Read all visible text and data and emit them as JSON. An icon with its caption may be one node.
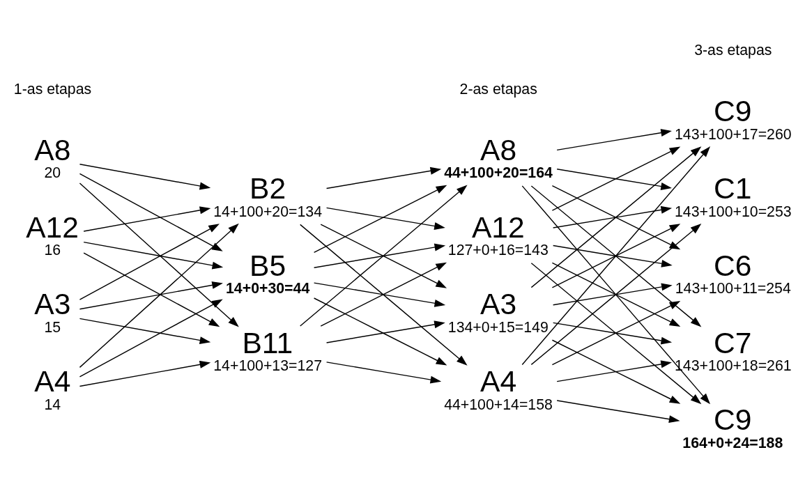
{
  "diagram": {
    "nodes": [
      {
        "text": [
          "A3",
          "15"
        ]
      },
      {
        "text": [
          "A4",
          "14"
        ]
      },
      {
        "text": [
          "A8",
          "20"
        ]
      },
      {
        "text": [
          "A12",
          "16"
        ]
      },
      {
        "text": [
          "B2",
          "14+100+20=134"
        ]
      },
      {
        "text": [
          "B5",
          "14+0+30=44"
        ]
      },
      {
        "text": [
          "B11",
          "14+100+13=127"
        ]
      },
      {
        "text": [
          "A3",
          "134+0+15=149"
        ]
      },
      {
        "text": [
          "A4",
          "44+100+14=158"
        ]
      },
      {
        "text": [
          "A8",
          "44+100+20=164"
        ]
      },
      {
        "text": [
          "A12",
          "127+0+16=143"
        ]
      },
      {
        "text": [
          "C1",
          "143+100+10=253"
        ]
      },
      {
        "text": [
          "C6",
          "143+100+11=254"
        ]
      },
      {
        "text": [
          "C7",
          "143+100+18=261"
        ]
      },
      {
        "text": [
          "C9",
          "164+0+24=188"
        ]
      },
      {
        "text": [
          "C9",
          "143+100+17=260"
        ]
      }
    ],
    "edges": [
      {
        "from": 0,
        "to": 4,
        "arrow": "to"
      },
      {
        "from": 0,
        "to": 5,
        "arrow": "to"
      },
      {
        "from": 0,
        "to": 6,
        "arrow": "to"
      },
      {
        "from": 1,
        "to": 4,
        "arrow": "to"
      },
      {
        "from": 1,
        "to": 5,
        "arrow": "to"
      },
      {
        "from": 1,
        "to": 6,
        "arrow": "to"
      },
      {
        "from": 2,
        "to": 4,
        "arrow": "to"
      },
      {
        "from": 2,
        "to": 5,
        "arrow": "to"
      },
      {
        "from": 2,
        "to": 6,
        "arrow": "to"
      },
      {
        "from": 3,
        "to": 4,
        "arrow": "to"
      },
      {
        "from": 3,
        "to": 5,
        "arrow": "to"
      },
      {
        "from": 3,
        "to": 6,
        "arrow": "to"
      },
      {
        "from": 4,
        "to": 7,
        "arrow": "to"
      },
      {
        "from": 4,
        "to": 8,
        "arrow": "to"
      },
      {
        "from": 4,
        "to": 9,
        "arrow": "to"
      },
      {
        "from": 4,
        "to": 10,
        "arrow": "to"
      },
      {
        "from": 5,
        "to": 7,
        "arrow": "to"
      },
      {
        "from": 5,
        "to": 8,
        "arrow": "to"
      },
      {
        "from": 5,
        "to": 9,
        "arrow": "to"
      },
      {
        "from": 5,
        "to": 10,
        "arrow": "to"
      },
      {
        "from": 6,
        "to": 7,
        "arrow": "to"
      },
      {
        "from": 6,
        "to": 8,
        "arrow": "to"
      },
      {
        "from": 6,
        "to": 9,
        "arrow": "to"
      },
      {
        "from": 6,
        "to": 10,
        "arrow": "to"
      },
      {
        "from": 7,
        "to": 11,
        "arrow": "to"
      },
      {
        "from": 7,
        "to": 12,
        "arrow": "to"
      },
      {
        "from": 7,
        "to": 13,
        "arrow": "to"
      },
      {
        "from": 7,
        "to": 14,
        "arrow": "to"
      },
      {
        "from": 7,
        "to": 15,
        "arrow": "to"
      },
      {
        "from": 8,
        "to": 11,
        "arrow": "to"
      },
      {
        "from": 8,
        "to": 12,
        "arrow": "to"
      },
      {
        "from": 8,
        "to": 13,
        "arrow": "to"
      },
      {
        "from": 8,
        "to": 14,
        "arrow": "to"
      },
      {
        "from": 8,
        "to": 15,
        "arrow": "to"
      },
      {
        "from": 9,
        "to": 11,
        "arrow": "to"
      },
      {
        "from": 9,
        "to": 12,
        "arrow": "to"
      },
      {
        "from": 9,
        "to": 13,
        "arrow": "to"
      },
      {
        "from": 9,
        "to": 14,
        "arrow": "to"
      },
      {
        "from": 9,
        "to": 15,
        "arrow": "to"
      },
      {
        "from": 10,
        "to": 11,
        "arrow": "to"
      },
      {
        "from": 10,
        "to": 12,
        "arrow": "to"
      },
      {
        "from": 10,
        "to": 13,
        "arrow": "to"
      },
      {
        "from": 10,
        "to": 14,
        "arrow": "to"
      },
      {
        "from": 10,
        "to": 15,
        "arrow": "to"
      }
    ],
    "labels": [
      "1-as etapas",
      "2-as etapas",
      "3-as etapas"
    ]
  }
}
